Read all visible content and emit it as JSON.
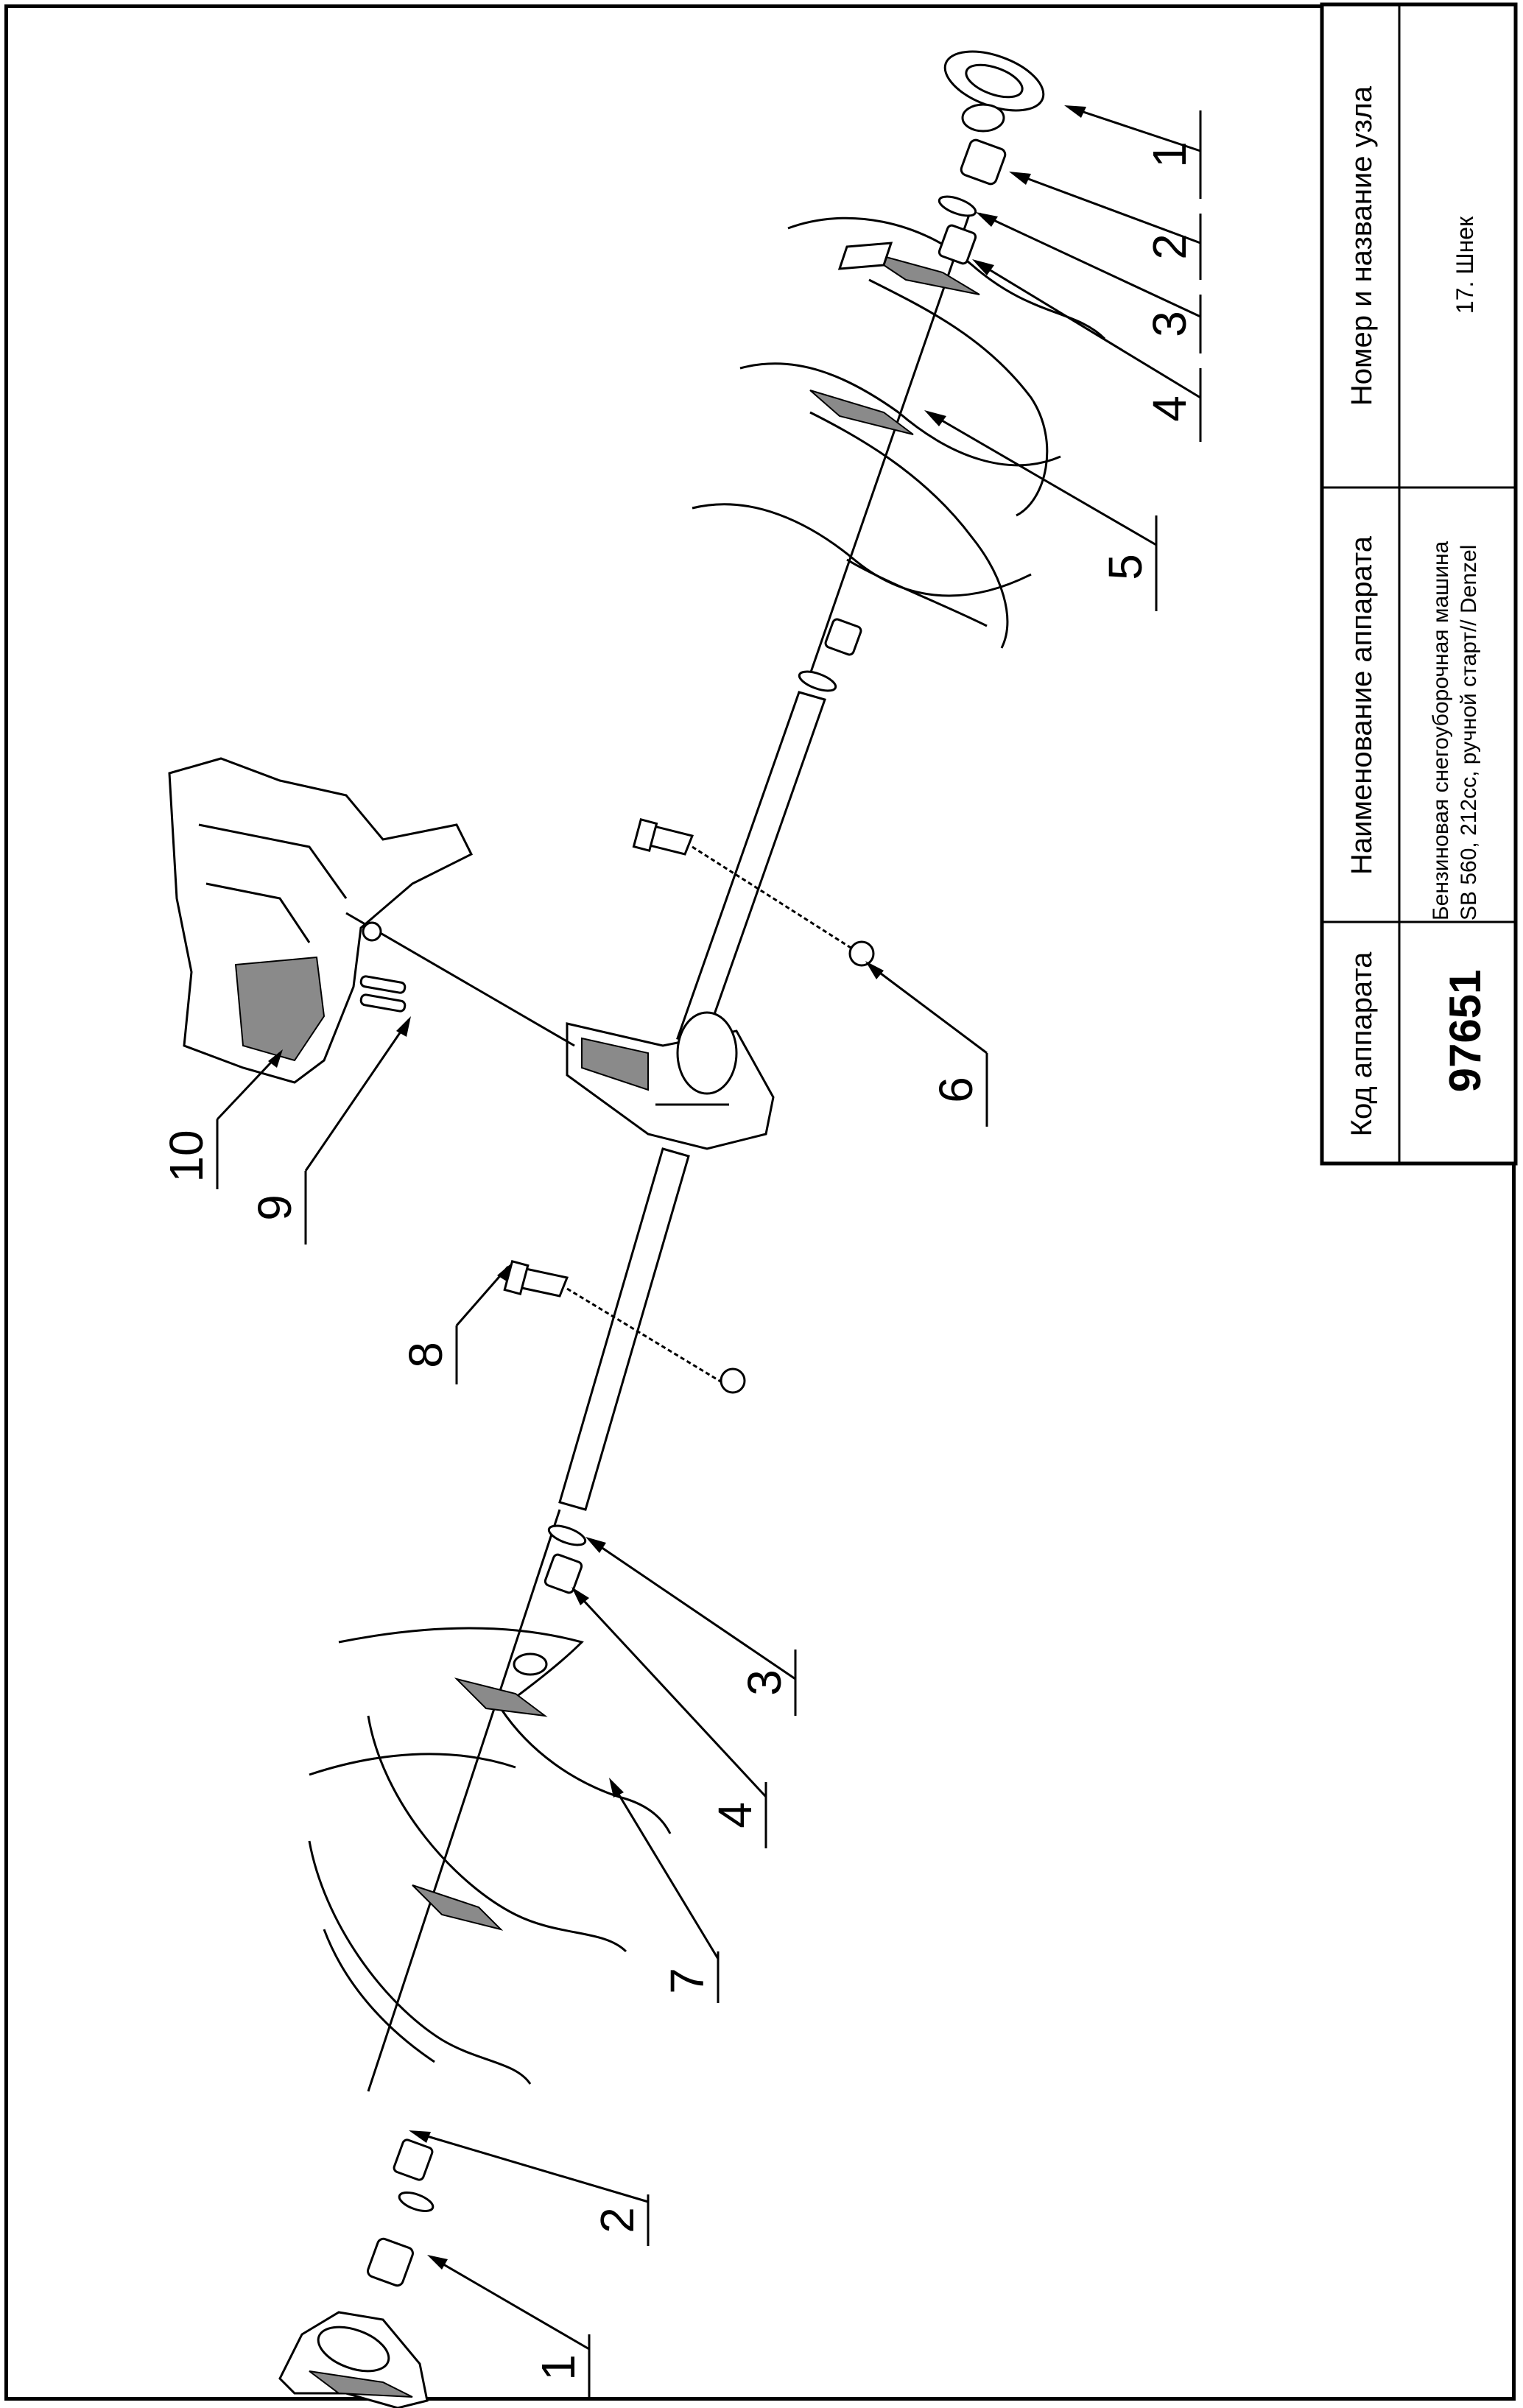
{
  "title_block": {
    "code_header": "Код аппарата",
    "code_value": "97651",
    "name_header": "Наименование аппарата",
    "name_line1": "Бензиновая снегоуборочная машина",
    "name_line2": "SB 560, 212cc, ручной старт// Denzel",
    "unit_header": "Номер и название узла",
    "unit_value": "17. Шнек"
  },
  "callouts": {
    "c1_top": "1",
    "c2_top": "2",
    "c3_top": "3",
    "c4_top": "4",
    "c5": "5",
    "c6": "6",
    "c8": "8",
    "c9": "9",
    "c10": "10",
    "c3_mid": "3",
    "c4_mid": "4",
    "c7": "7",
    "c2_bottom": "2",
    "c1_bottom": "1"
  }
}
